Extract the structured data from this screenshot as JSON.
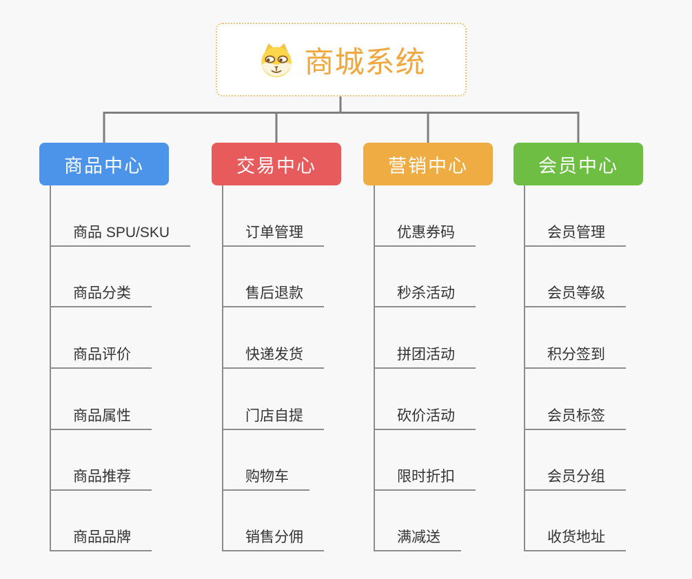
{
  "root": {
    "title": "商城系统",
    "icon": "dog-face-icon",
    "title_color": "#f0a73e",
    "border_color": "#f2c278"
  },
  "branches": [
    {
      "label": "商品中心",
      "color": "#4b94e9",
      "items": [
        "商品 SPU/SKU",
        "商品分类",
        "商品评价",
        "商品属性",
        "商品推荐",
        "商品品牌"
      ]
    },
    {
      "label": "交易中心",
      "color": "#e75b5c",
      "items": [
        "订单管理",
        "售后退款",
        "快递发货",
        "门店自提",
        "购物车",
        "销售分佣"
      ]
    },
    {
      "label": "营销中心",
      "color": "#efac42",
      "items": [
        "优惠券码",
        "秒杀活动",
        "拼团活动",
        "砍价活动",
        "限时折扣",
        "满减送"
      ]
    },
    {
      "label": "会员中心",
      "color": "#6fbe44",
      "items": [
        "会员管理",
        "会员等级",
        "积分签到",
        "会员标签",
        "会员分组",
        "收货地址"
      ]
    }
  ],
  "colors": {
    "background": "#f8f8f8",
    "connector_line": "#7e7e7e",
    "item_underline": "#8c8c8c",
    "item_text": "#333333"
  }
}
